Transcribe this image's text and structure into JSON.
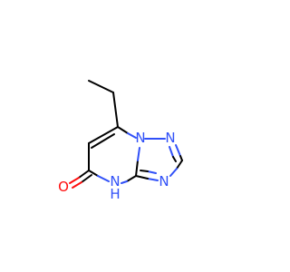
{
  "molecule": {
    "atoms": {
      "n1": {
        "symbol": "N",
        "color": "#3050f8"
      },
      "n2": {
        "symbol": "N",
        "color": "#3050f8"
      },
      "n3": {
        "symbol": "N",
        "color": "#3050f8"
      },
      "n4h": {
        "symbol": "N",
        "h": "H",
        "color": "#3050f8"
      },
      "o": {
        "symbol": "O",
        "color": "#ff0d0d"
      }
    }
  }
}
